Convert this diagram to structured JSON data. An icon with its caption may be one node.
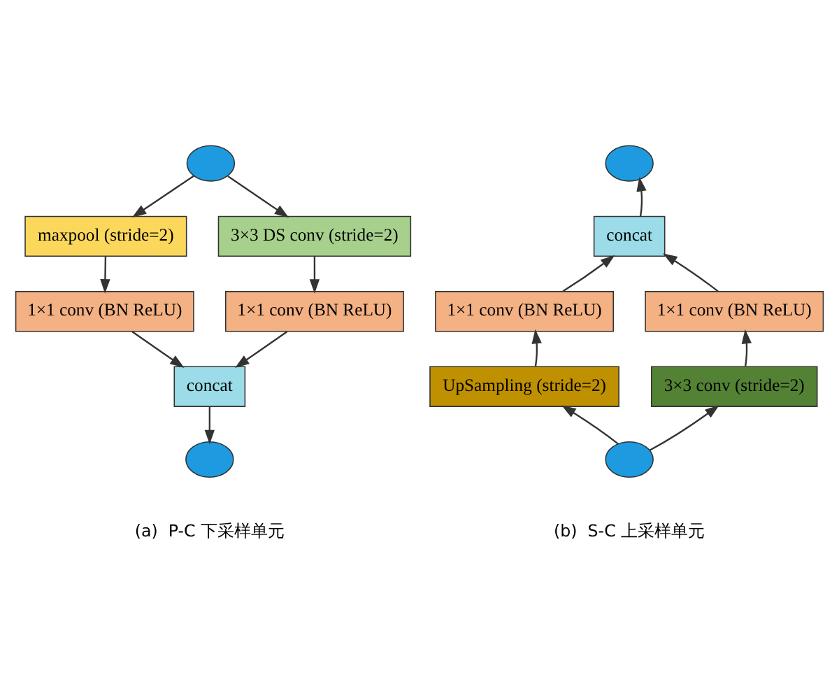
{
  "diagram": {
    "nodes": [
      {
        "text": [],
        "shape": "circle"
      },
      {
        "text": [
          "maxpool (stride=2)"
        ]
      },
      {
        "text": [
          "3×3 DS conv (stride=2)"
        ]
      },
      {
        "text": [
          "1×1 conv (BN ReLU)"
        ]
      },
      {
        "text": [
          "1×1 conv (BN ReLU)"
        ]
      },
      {
        "text": [
          "concat"
        ]
      },
      {
        "text": [],
        "shape": "circle"
      },
      {
        "text": [],
        "shape": "circle"
      },
      {
        "text": [
          "concat"
        ]
      },
      {
        "text": [
          "1×1 conv (BN ReLU)"
        ]
      },
      {
        "text": [
          "1×1 conv (BN ReLU)"
        ]
      },
      {
        "text": [
          "UpSampling (stride=2)"
        ]
      },
      {
        "text": [
          "3×3 conv (stride=2)"
        ]
      },
      {
        "text": [],
        "shape": "circle"
      }
    ],
    "edges": [
      {
        "from": 0,
        "to": 1,
        "arrow": "to"
      },
      {
        "from": 0,
        "to": 2,
        "arrow": "to"
      },
      {
        "from": 1,
        "to": 3,
        "arrow": "to"
      },
      {
        "from": 2,
        "to": 4,
        "arrow": "to"
      },
      {
        "from": 3,
        "to": 5,
        "arrow": "to"
      },
      {
        "from": 4,
        "to": 5,
        "arrow": "to"
      },
      {
        "from": 5,
        "to": 6,
        "arrow": "to"
      },
      {
        "from": 13,
        "to": 11,
        "arrow": "to"
      },
      {
        "from": 13,
        "to": 12,
        "arrow": "to"
      },
      {
        "from": 11,
        "to": 9,
        "arrow": "to"
      },
      {
        "from": 12,
        "to": 10,
        "arrow": "to"
      },
      {
        "from": 9,
        "to": 8,
        "arrow": "to"
      },
      {
        "from": 10,
        "to": 8,
        "arrow": "to"
      },
      {
        "from": 8,
        "to": 7,
        "arrow": "to"
      }
    ],
    "labels": [
      "(a)  P-C 下采样单元",
      "(b)  S-C 上采样单元"
    ]
  }
}
